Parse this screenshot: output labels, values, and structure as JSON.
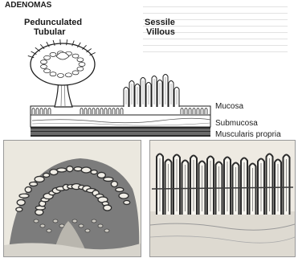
{
  "diagram": {
    "header": "ADENOMAS",
    "pedunculated": "Pedunculated",
    "tubular": "Tubular",
    "sessile": "Sessile",
    "villous": "Villous",
    "layers": {
      "mucosa": "Mucosa",
      "submucosa": "Submucosa",
      "muscularis": "Muscularis propria"
    }
  },
  "colors": {
    "outline": "#1e1e1e",
    "muscle": "#6a6a6a",
    "photo_bg": "#f2efe8",
    "tissue_dark": "#3a3a3a",
    "tissue_light": "#9a9a9a"
  }
}
